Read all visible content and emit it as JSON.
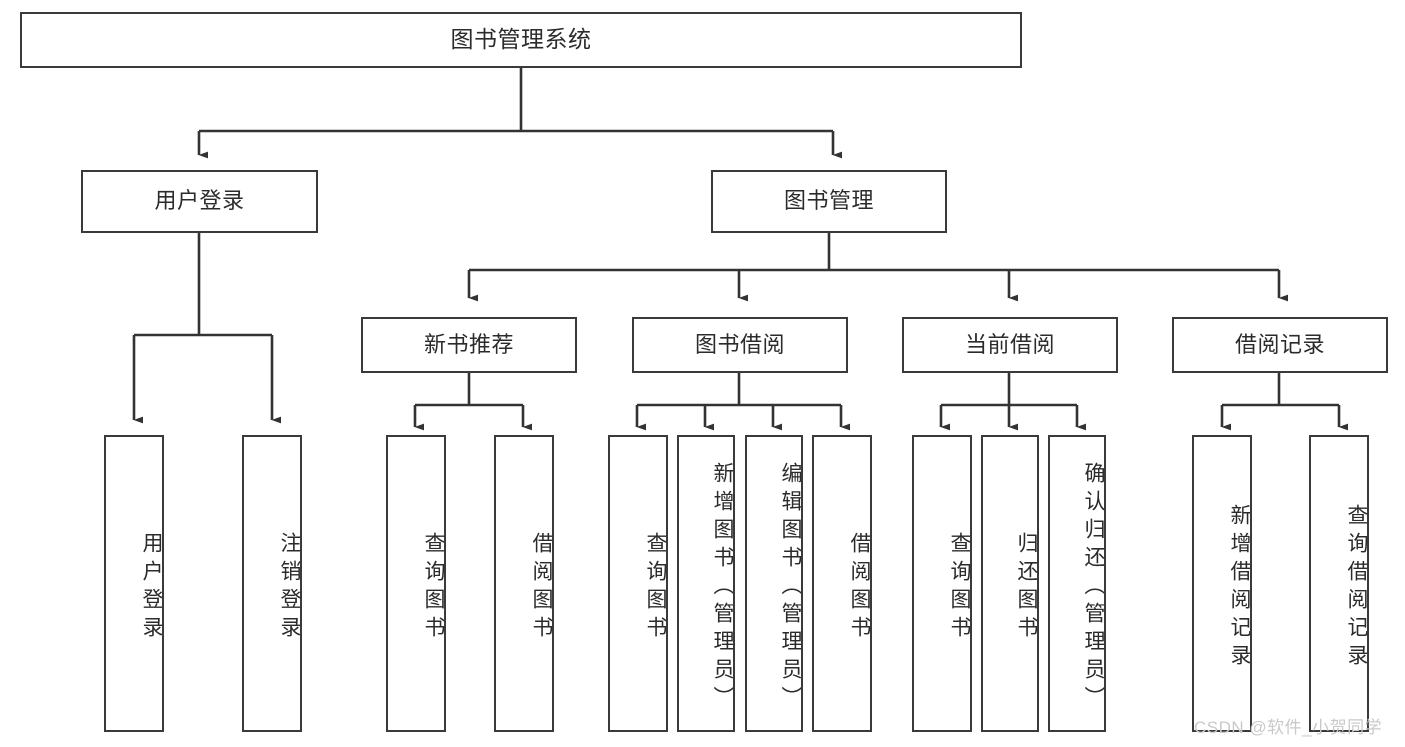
{
  "diagram": {
    "title": "图书管理系统",
    "type": "tree",
    "watermark": "CSDN @软件_小贺同学",
    "colors": {
      "background": "#ffffff",
      "box_border": "#3a3a3a",
      "box_fill": "#ffffff",
      "text": "#2b2b2b",
      "connector": "#333333",
      "watermark": "#c9c9c9"
    },
    "levels": {
      "level0": [
        {
          "id": "root",
          "label": "图书管理系统"
        }
      ],
      "level1": [
        {
          "id": "user-login",
          "label": "用户登录"
        },
        {
          "id": "book-management",
          "label": "图书管理"
        }
      ],
      "level2": [
        {
          "id": "new-book-recommend",
          "label": "新书推荐",
          "parent": "book-management"
        },
        {
          "id": "book-borrow",
          "label": "图书借阅",
          "parent": "book-management"
        },
        {
          "id": "current-borrow",
          "label": "当前借阅",
          "parent": "book-management"
        },
        {
          "id": "borrow-record",
          "label": "借阅记录",
          "parent": "book-management"
        }
      ],
      "level3": [
        {
          "id": "leaf-user-login",
          "label": "用户登录",
          "parent": "user-login"
        },
        {
          "id": "leaf-logout-login",
          "label": "注销登录",
          "parent": "user-login"
        },
        {
          "id": "leaf-query-book-1",
          "label": "查询图书",
          "parent": "new-book-recommend"
        },
        {
          "id": "leaf-borrow-book-1",
          "label": "借阅图书",
          "parent": "new-book-recommend"
        },
        {
          "id": "leaf-query-book-2",
          "label": "查询图书",
          "parent": "book-borrow"
        },
        {
          "id": "leaf-add-book",
          "label": "新增图书（管理员）",
          "parent": "book-borrow"
        },
        {
          "id": "leaf-edit-book",
          "label": "编辑图书（管理员）",
          "parent": "book-borrow"
        },
        {
          "id": "leaf-borrow-book-2",
          "label": "借阅图书",
          "parent": "book-borrow"
        },
        {
          "id": "leaf-query-book-3",
          "label": "查询图书",
          "parent": "current-borrow"
        },
        {
          "id": "leaf-return-book",
          "label": "归还图书",
          "parent": "current-borrow"
        },
        {
          "id": "leaf-confirm-return",
          "label": "确认归还（管理员）",
          "parent": "current-borrow"
        },
        {
          "id": "leaf-add-record",
          "label": "新增借阅记录",
          "parent": "borrow-record"
        },
        {
          "id": "leaf-query-record",
          "label": "查询借阅记录",
          "parent": "borrow-record"
        }
      ]
    }
  }
}
